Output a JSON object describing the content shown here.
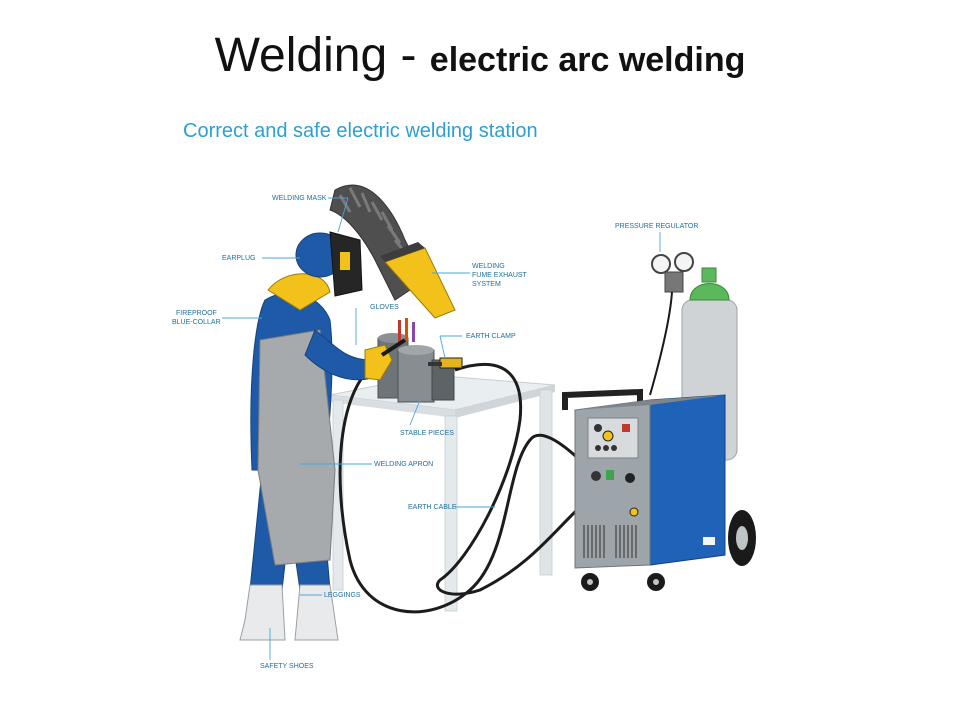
{
  "title": {
    "main": "Welding",
    "separator": " - ",
    "sub": "electric arc welding"
  },
  "diagram": {
    "subtitle": "Correct and safe electric welding station",
    "labels": {
      "welding_mask": "WELDING MASK",
      "earplug": "EARPLUG",
      "fireproof_1": "FIREPROOF",
      "fireproof_2": "BLUE-COLLAR",
      "gloves": "GLOVES",
      "fume_1": "WELDING",
      "fume_2": "FUME EXHAUST",
      "fume_3": "SYSTEM",
      "earth_clamp": "EARTH CLAMP",
      "stable_pieces": "STABLE PIECES",
      "welding_apron": "WELDING APRON",
      "earth_cable": "EARTH CABLE",
      "leggings": "LEGGINGS",
      "safety_shoes": "SAFETY SHOES",
      "pressure_regulator": "PRESSURE REGULATOR"
    }
  },
  "colors": {
    "blue_suit": "#1f5aa8",
    "yellow": "#f2c21a",
    "machine_blue": "#1e63b8",
    "label_blue": "#2b9fd8",
    "gas_cylinder": "#cfd3d6",
    "cylinder_top": "#5bb85b"
  }
}
